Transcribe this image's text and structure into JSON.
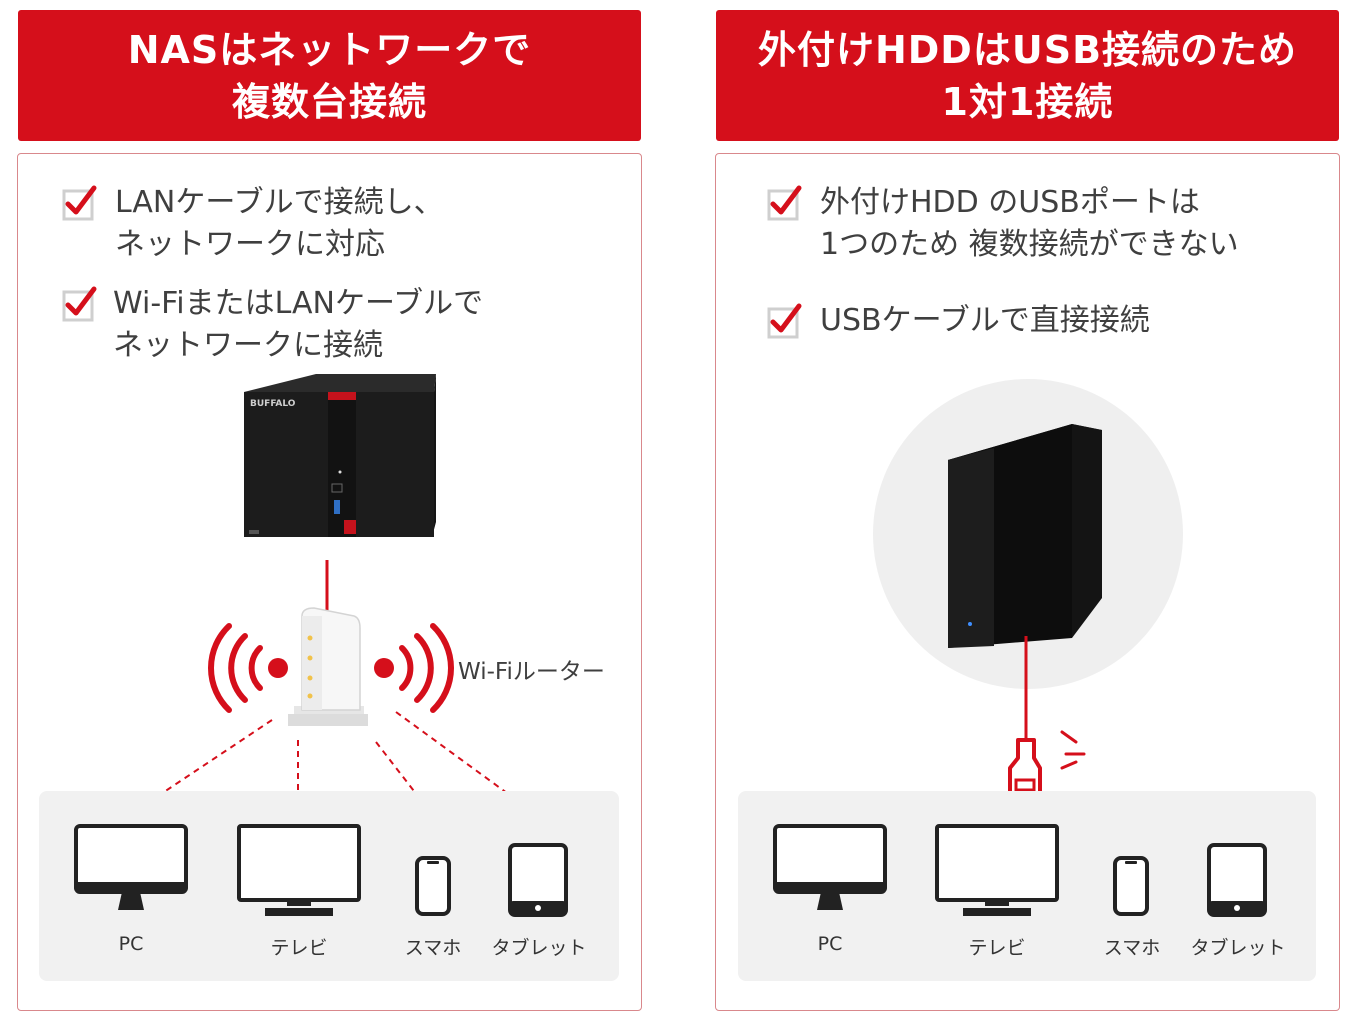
{
  "left": {
    "title_line1": "NASはネットワークで",
    "title_line2": "複数台接続",
    "checks": [
      {
        "line1": "LANケーブルで接続し、",
        "line2": "ネットワークに対応"
      },
      {
        "line1": "Wi-FiまたはLANケーブルで",
        "line2": "ネットワークに接続"
      }
    ],
    "nas_brand": "BUFFALO",
    "router_label": "Wi-Fiルーター",
    "devices": [
      "PC",
      "テレビ",
      "スマホ",
      "タブレット"
    ]
  },
  "right": {
    "title_line1": "外付けHDDはUSB接続のため",
    "title_line2": "1対1接続",
    "checks": [
      {
        "line1": "外付けHDD のUSBポートは",
        "line2": "1つのため 複数接続ができない"
      },
      {
        "line1": "USBケーブルで直接接続",
        "line2": ""
      }
    ],
    "devices": [
      "PC",
      "テレビ",
      "スマホ",
      "タブレット"
    ]
  },
  "colors": {
    "accent": "#d50f1b",
    "check_box": "#cfcfcf",
    "tray": "#f1f1f1"
  }
}
